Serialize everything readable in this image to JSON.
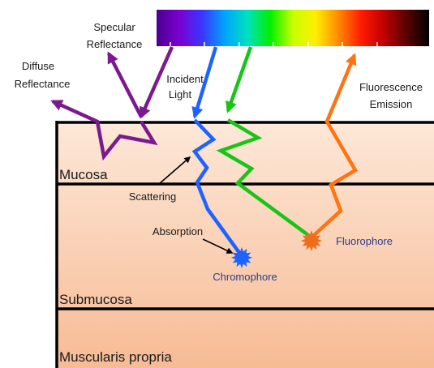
{
  "labels": {
    "specular_line1": "Specular",
    "specular_line2": "Reflectance",
    "diffuse_line1": "Diffuse",
    "diffuse_line2": "Reflectance",
    "incident_line1": "Incident",
    "incident_line2": "Light",
    "fluorescence_line1": "Fluorescence",
    "fluorescence_line2": "Emission",
    "scattering": "Scattering",
    "absorption": "Absorption",
    "chromophore": "Chromophore",
    "fluorophore": "Fluorophore"
  },
  "layers": {
    "mucosa": "Mucosa",
    "submucosa": "Submucosa",
    "muscularis": "Muscularis propria"
  },
  "colors": {
    "specular_path": "#7b1a8f",
    "incident_blue": "#1e62ff",
    "green_path": "#19c419",
    "fluorescence_orange": "#ff7410",
    "tissue_light": "#fde8d8",
    "tissue_dark": "#f7bb95",
    "layer_border": "#000000",
    "chromophore": "#1e62ff",
    "fluorophore": "#ef6c1c"
  },
  "spectrum_colors": [
    "#4a0090",
    "#7a00d0",
    "#3c34ff",
    "#00a4ff",
    "#00e0c0",
    "#00f000",
    "#c8ff00",
    "#ffef00",
    "#ff8a00",
    "#ff1c00",
    "#c00000",
    "#5a0000",
    "#000000"
  ]
}
